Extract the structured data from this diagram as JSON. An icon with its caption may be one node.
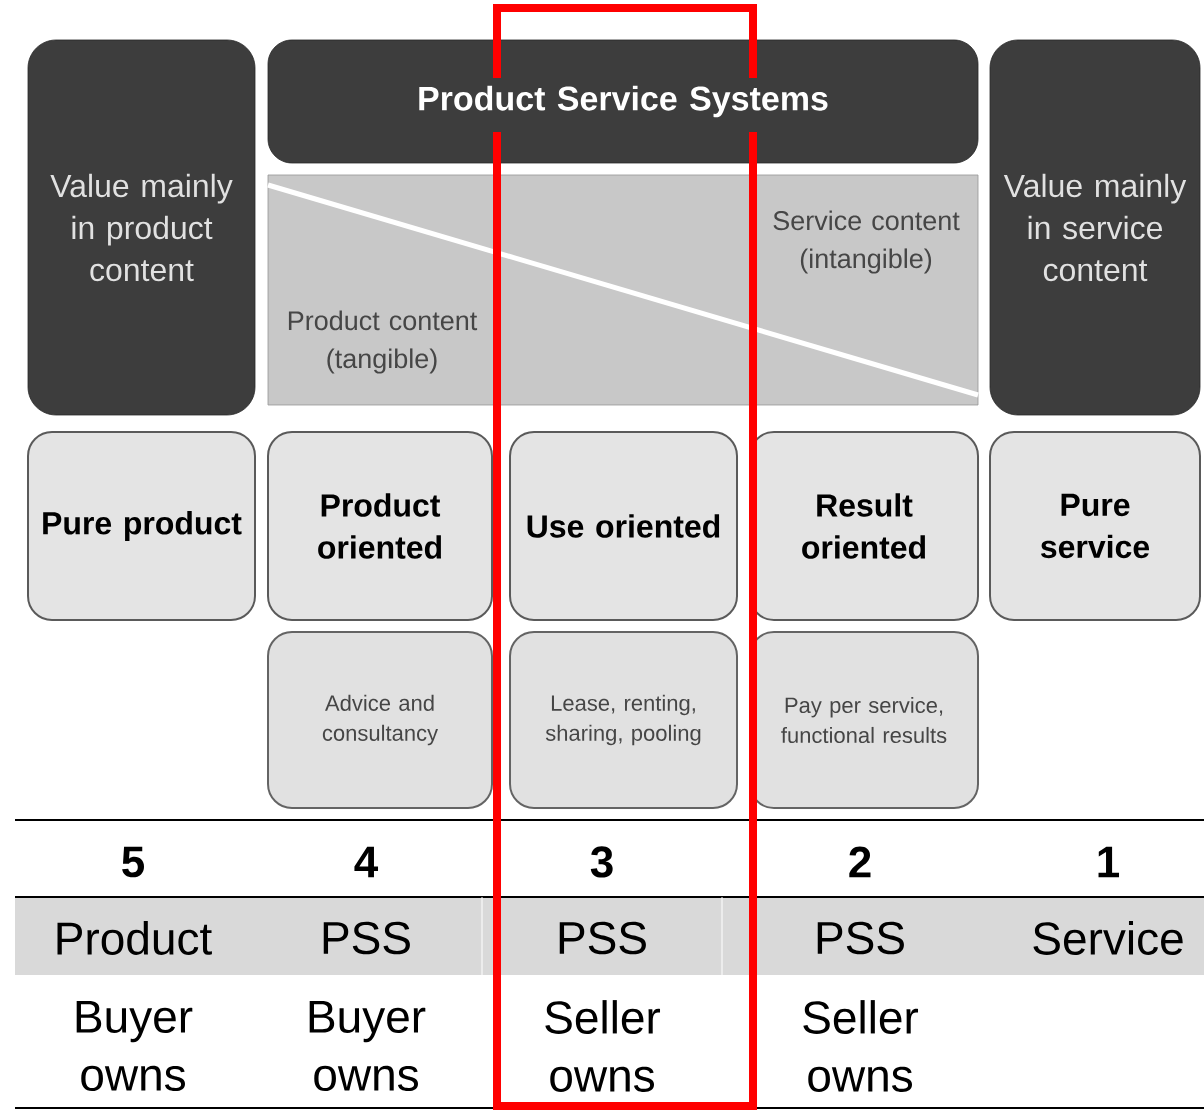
{
  "diagram": {
    "nodes": [
      {
        "text": [
          "Value mainly in product content"
        ]
      },
      {
        "text": [
          "Product Service Systems"
        ]
      },
      {
        "text": [
          "Service content (intangible)",
          "Product content (tangible)"
        ]
      },
      {
        "text": [
          "Value mainly in service content"
        ]
      },
      {
        "text": [
          "Pure product"
        ]
      },
      {
        "text": [
          "Product oriented"
        ]
      },
      {
        "text": [
          "Use oriented"
        ]
      },
      {
        "text": [
          "Result oriented"
        ]
      },
      {
        "text": [
          "Pure service"
        ]
      },
      {
        "text": [
          "Advice and consultancy"
        ]
      },
      {
        "text": [
          "Lease, renting, sharing, pooling"
        ]
      },
      {
        "text": [
          "Pay per service, functional results"
        ]
      }
    ],
    "labels": [
      "5",
      "4",
      "3",
      "2",
      "1",
      "Product",
      "PSS",
      "PSS",
      "PSS",
      "Service",
      "Buyer owns",
      "Buyer owns",
      "Seller owns",
      "Seller owns"
    ]
  }
}
